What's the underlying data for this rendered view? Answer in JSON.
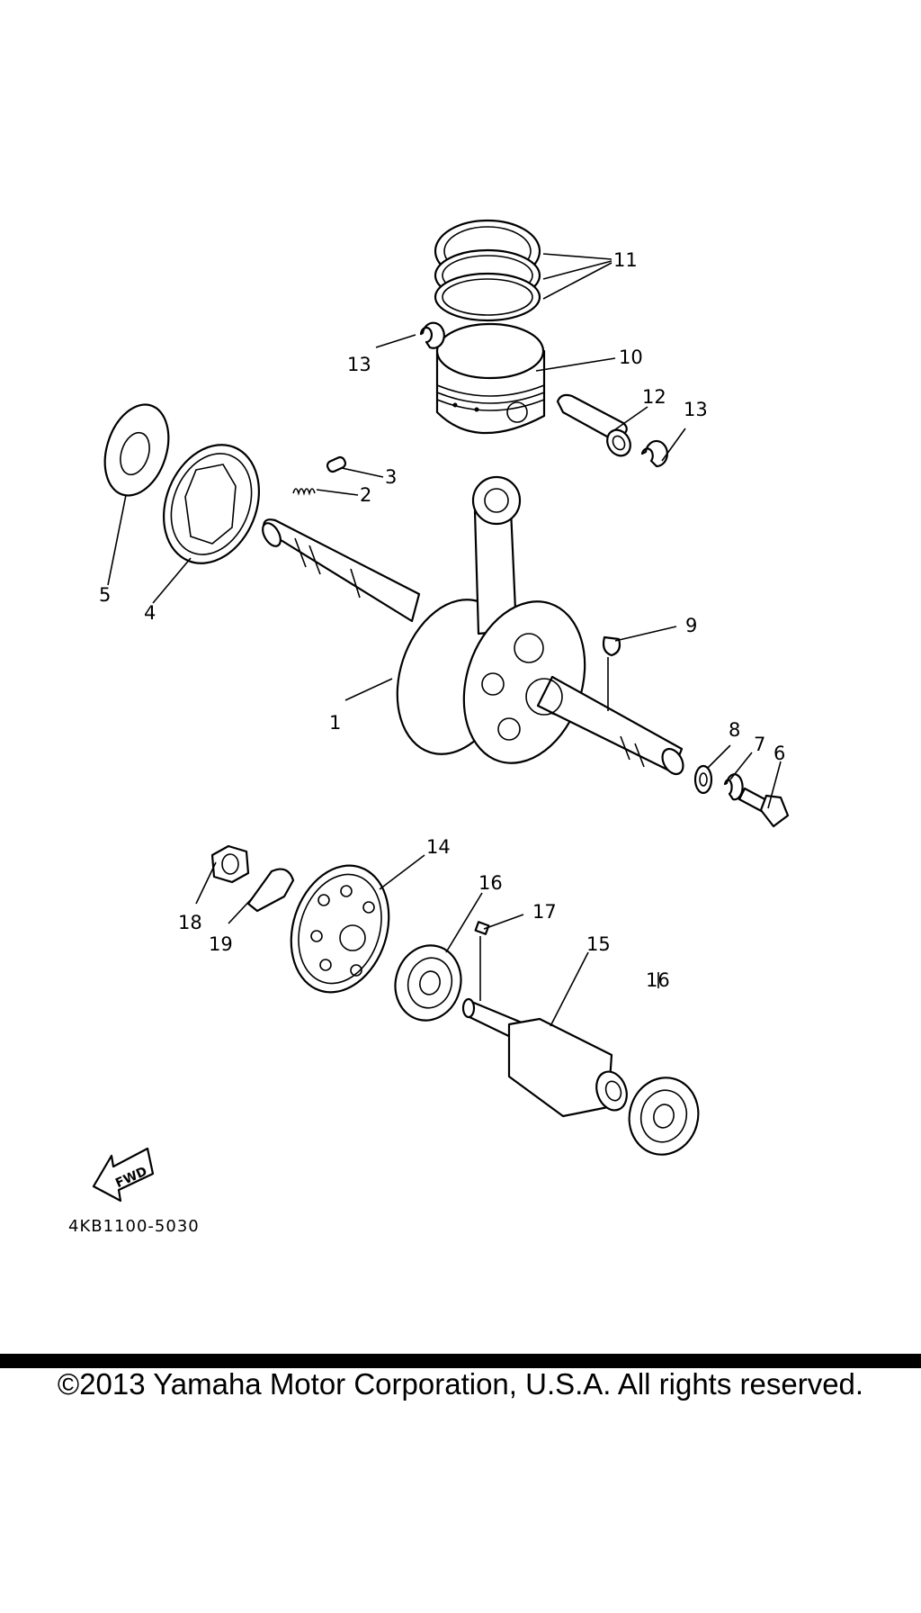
{
  "diagram": {
    "part_labels": [
      "1",
      "2",
      "3",
      "4",
      "5",
      "6",
      "7",
      "8",
      "9",
      "10",
      "11",
      "12",
      "13",
      "13",
      "14",
      "15",
      "16",
      "16",
      "17",
      "18",
      "19"
    ],
    "diagram_code": "4KB1100-5030",
    "fwd_label": "FWD"
  },
  "footer": {
    "copyright": "©2013 Yamaha Motor Corporation, U.S.A. All rights reserved."
  }
}
